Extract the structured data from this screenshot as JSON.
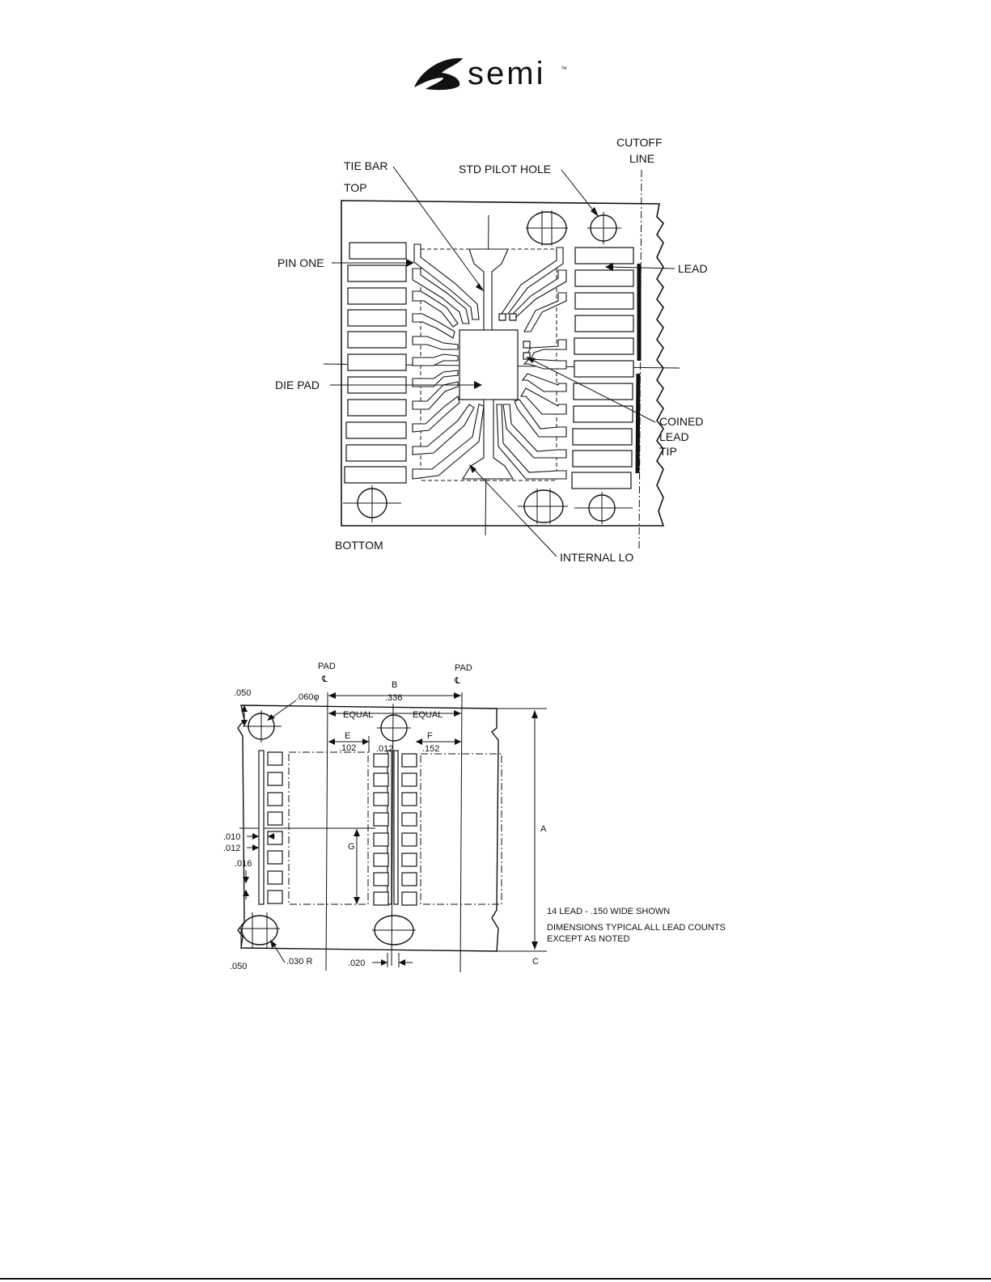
{
  "logo": {
    "text": "semi",
    "tm": "™"
  },
  "top_figure": {
    "labels": {
      "cutoff_line_1": "CUTOFF",
      "cutoff_line_2": "LINE",
      "tie_bar": "TIE BAR",
      "top": "TOP",
      "std_pilot_hole": "STD PILOT HOLE",
      "pin_one": "PIN ONE",
      "lead": "LEAD",
      "die_pad": "DIE PAD",
      "coined_1": "COINED",
      "coined_2": "LEAD",
      "coined_3": "TIP",
      "bottom": "BOTTOM",
      "internal_lo": "INTERNAL LO"
    }
  },
  "bottom_figure": {
    "labels": {
      "pad_left_1": "PAD",
      "pad_left_2": "℄",
      "pad_right_1": "PAD",
      "pad_right_2": "℄",
      "b": "B",
      "b_dim": ".336",
      "dim_050_top": ".050",
      "dim_060": ".060φ",
      "equal_left": "EQUAL",
      "equal_right": "EQUAL",
      "e": "E",
      "e_dim": ".102",
      "dim_012_top": ".012",
      "f": "F",
      "f_dim": ".152",
      "dim_010": ".010",
      "dim_012_side": ".012",
      "dim_016": ".016",
      "g": "G",
      "a": "A",
      "c": "C",
      "dim_050_bottom": ".050",
      "dim_030r": ".030 R",
      "dim_020": ".020"
    },
    "notes": {
      "line1": "14 LEAD - .150 WIDE SHOWN",
      "line2": "DIMENSIONS TYPICAL ALL LEAD COUNTS",
      "line3": "EXCEPT AS NOTED"
    }
  }
}
